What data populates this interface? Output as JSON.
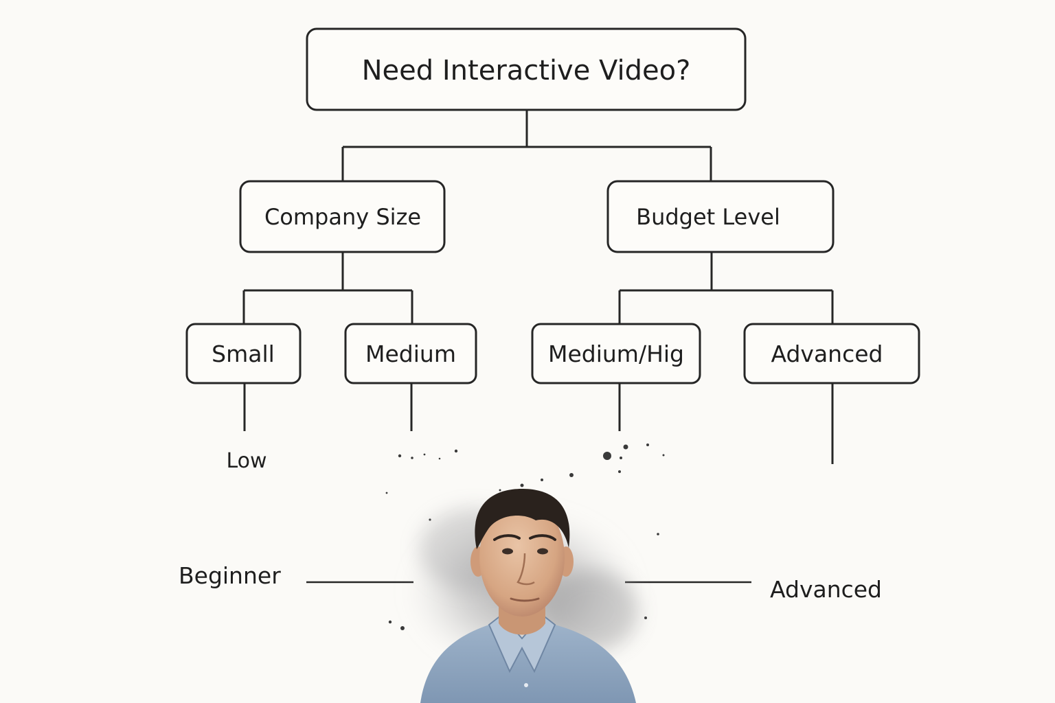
{
  "root": {
    "label": "Need Interactive Video?"
  },
  "branches": [
    {
      "label": "Company Size",
      "children": [
        "Small",
        "Medium"
      ]
    },
    {
      "label": "Budget Level",
      "children": [
        "Medium/Hig",
        "Advanced"
      ]
    }
  ],
  "outcomes": {
    "low": "Low"
  },
  "scale": {
    "left": "Beginner",
    "right": "Advanced"
  },
  "illustration": {
    "subject": "man-portrait-watercolor"
  }
}
